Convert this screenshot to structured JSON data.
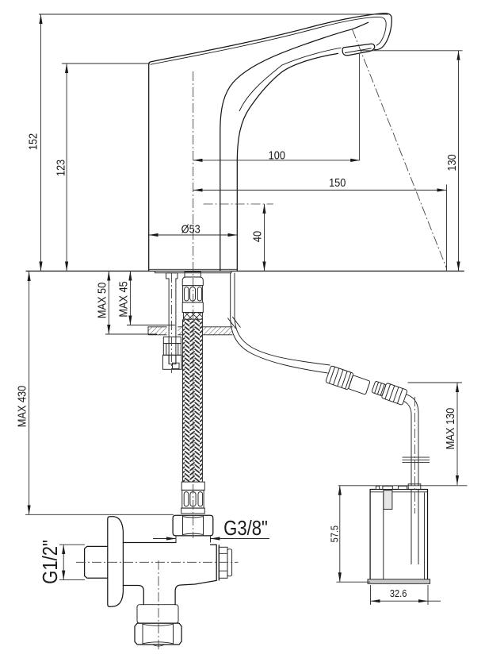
{
  "drawing": {
    "type": "technical-dimension-drawing",
    "subject": "sensor washbasin faucet with under-counter hose, angle valve and control box",
    "background_color": "#ffffff",
    "line_color": "#1a1a1a",
    "dimensions": {
      "spout_total_height": "152",
      "body_height": "123",
      "spout_reach": "100",
      "water_stream_reach": "150",
      "outlet_height": "130",
      "base_diameter": "Ø53",
      "sensor_height": "40",
      "max_deck_thickness_a": "MAX 50",
      "max_deck_thickness_b": "MAX 45",
      "max_hose_length": "MAX 430",
      "max_tube_length": "MAX 130",
      "control_box_height": "57.5",
      "control_box_width": "32.6",
      "valve_outlet_thread": "G3/8\"",
      "valve_inlet_thread": "G1/2\""
    }
  }
}
